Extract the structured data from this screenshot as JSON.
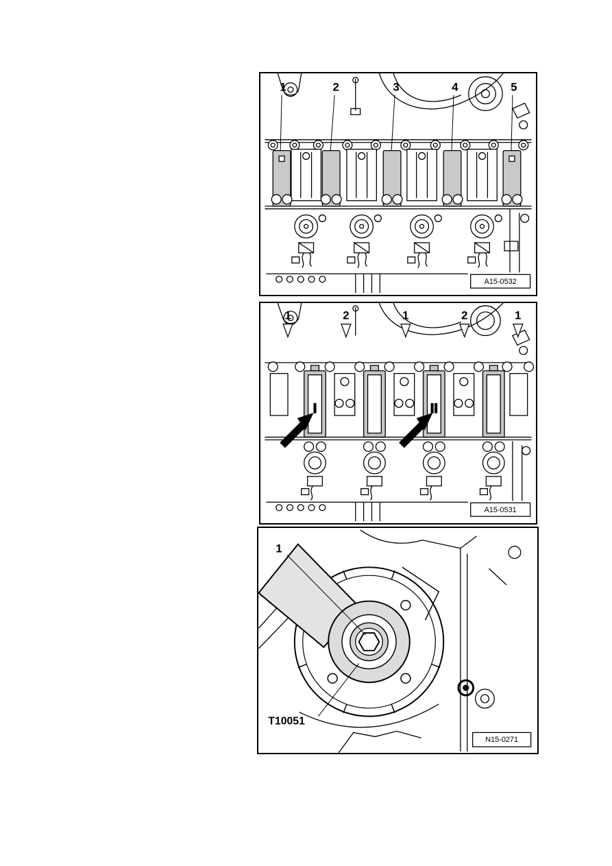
{
  "figures": [
    {
      "code": "A15-0532",
      "callouts": [
        "1",
        "2",
        "3",
        "4",
        "5"
      ]
    },
    {
      "code": "A15-0531",
      "callouts": [
        "1",
        "2",
        "1",
        "2",
        "1"
      ],
      "cap_marks": [
        "I",
        "II"
      ]
    },
    {
      "code": "N15-0271",
      "callouts": [
        "1"
      ],
      "tool_label": "T10051"
    }
  ]
}
